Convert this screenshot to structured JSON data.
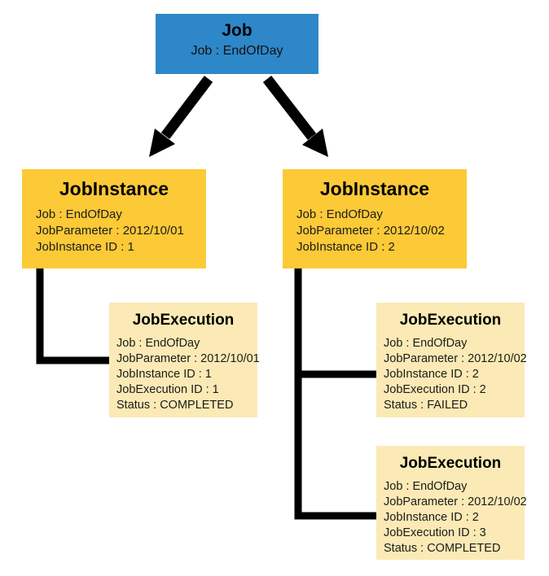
{
  "diagram": {
    "job": {
      "title": "Job",
      "subtitle": "Job : EndOfDay"
    },
    "instances": [
      {
        "title": "JobInstance",
        "lines": [
          "Job : EndOfDay",
          "JobParameter : 2012/10/01",
          "JobInstance ID : 1"
        ]
      },
      {
        "title": "JobInstance",
        "lines": [
          "Job : EndOfDay",
          "JobParameter : 2012/10/02",
          "JobInstance ID : 2"
        ]
      }
    ],
    "executions": [
      {
        "title": "JobExecution",
        "lines": [
          "Job : EndOfDay",
          "JobParameter : 2012/10/01",
          "JobInstance ID : 1",
          "JobExecution ID : 1",
          "Status : COMPLETED"
        ]
      },
      {
        "title": "JobExecution",
        "lines": [
          "Job : EndOfDay",
          "JobParameter : 2012/10/02",
          "JobInstance ID : 2",
          "JobExecution ID : 2",
          "Status : FAILED"
        ]
      },
      {
        "title": "JobExecution",
        "lines": [
          "Job : EndOfDay",
          "JobParameter : 2012/10/02",
          "JobInstance ID : 2",
          "JobExecution ID : 3",
          "Status : COMPLETED"
        ]
      }
    ],
    "colors": {
      "job_box": "#2E87C8",
      "instance_box": "#FCC937",
      "execution_box": "#FBEAB5",
      "connector": "#000000",
      "title_text": "#000000",
      "body_text": "#1B1B1B",
      "background": "#FFFFFF"
    }
  }
}
